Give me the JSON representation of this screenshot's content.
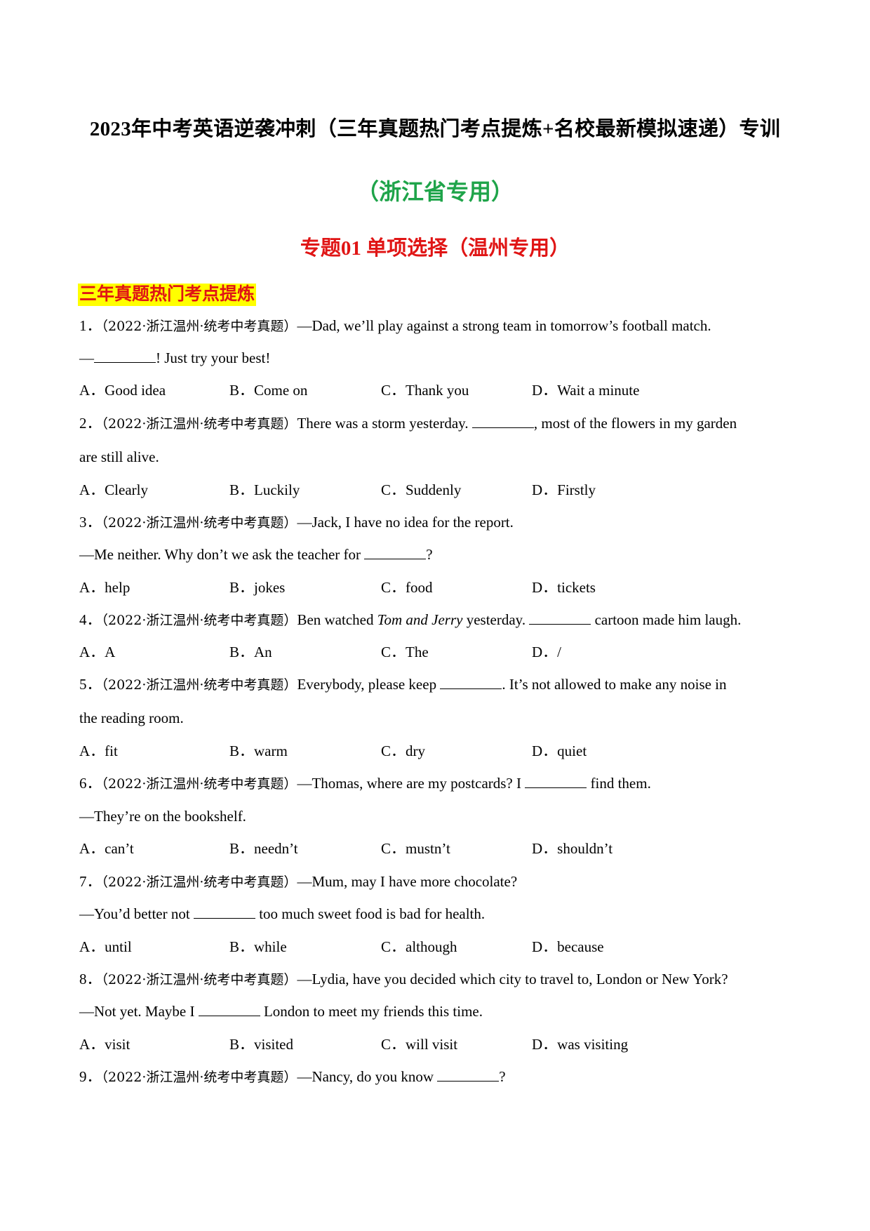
{
  "header": {
    "title": "2023年中考英语逆袭冲刺（三年真题热门考点提炼+名校最新模拟速递）专训",
    "subtitle": "（浙江省专用）",
    "topic": "专题01 单项选择（温州专用）",
    "section": "三年真题热门考点提炼"
  },
  "source_tag": "（2022·浙江温州·统考中考真题）",
  "questions": [
    {
      "num": "1．",
      "line1": "—Dad, we’ll play against a strong team in tomorrow’s football match.",
      "line2_pre": "—",
      "line2_post": "! Just try your best!",
      "options": [
        "A．Good idea",
        "B．Come on",
        "C．Thank you",
        "D．Wait a minute"
      ]
    },
    {
      "num": "2．",
      "line1_pre": "There was a storm yesterday. ",
      "line1_post": ", most of the flowers in my garden",
      "line2": "are still alive.",
      "options": [
        "A．Clearly",
        "B．Luckily",
        "C．Suddenly",
        "D．Firstly"
      ]
    },
    {
      "num": "3．",
      "line1": "—Jack, I have no idea for the report.",
      "line2_pre": "—Me neither. Why don’t we ask the teacher for ",
      "line2_post": "?",
      "options": [
        "A．help",
        "B．jokes",
        "C．food",
        "D．tickets"
      ]
    },
    {
      "num": "4．",
      "line1_pre": "Ben watched ",
      "line1_italic": "Tom and Jerry",
      "line1_mid": " yesterday. ",
      "line1_post": " cartoon made him laugh.",
      "options": [
        "A．A",
        "B．An",
        "C．The",
        "D．/"
      ]
    },
    {
      "num": "5．",
      "line1_pre": "Everybody, please keep ",
      "line1_post": ". It’s not allowed to make any noise in",
      "line2": "the reading room.",
      "options": [
        "A．fit",
        "B．warm",
        "C．dry",
        "D．quiet"
      ]
    },
    {
      "num": "6．",
      "line1_pre": "—Thomas, where are my postcards? I ",
      "line1_post": " find them.",
      "line2": "—They’re on the bookshelf.",
      "options": [
        "A．can’t",
        "B．needn’t",
        "C．mustn’t",
        "D．shouldn’t"
      ]
    },
    {
      "num": "7．",
      "line1": "—Mum, may I have more chocolate?",
      "line2_pre": "—You’d better not ",
      "line2_post": " too much sweet food is bad for health.",
      "options": [
        "A．until",
        "B．while",
        "C．although",
        "D．because"
      ]
    },
    {
      "num": "8．",
      "line1": "—Lydia, have you decided which city to travel to, London or New York?",
      "line2_pre": "—Not yet. Maybe I ",
      "line2_post": " London to meet my friends this time.",
      "options": [
        "A．visit",
        "B．visited",
        "C．will visit",
        "D．was visiting"
      ]
    },
    {
      "num": "9．",
      "line1_pre": "—Nancy, do you know ",
      "line1_post": "?"
    }
  ]
}
